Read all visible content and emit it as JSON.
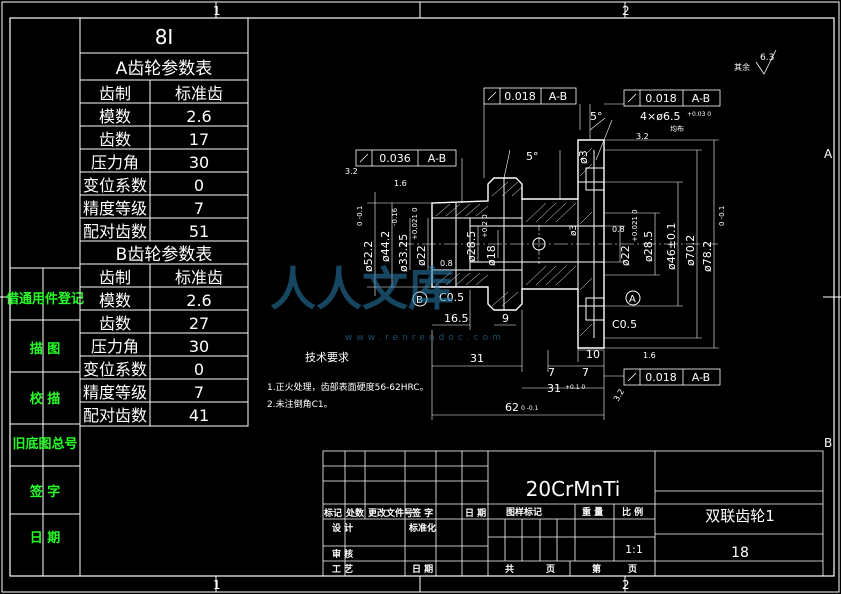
{
  "frame": {
    "zone_top": [
      "1",
      "2"
    ],
    "zone_bottom": [
      "1",
      "2"
    ],
    "zone_right": [
      "A",
      "B"
    ]
  },
  "side_column": [
    "借通用件登记",
    "描 图",
    "校 描",
    "旧底图总号",
    "签 字",
    "日 期"
  ],
  "param_table": {
    "code": "8I",
    "a_title": "A齿轮参数表",
    "a_rows": [
      [
        "齿制",
        "标准齿"
      ],
      [
        "模数",
        "2.6"
      ],
      [
        "齿数",
        "17"
      ],
      [
        "压力角",
        "30"
      ],
      [
        "变位系数",
        "0"
      ],
      [
        "精度等级",
        "7"
      ],
      [
        "配对齿数",
        "51"
      ]
    ],
    "b_title": "B齿轮参数表",
    "b_rows": [
      [
        "齿制",
        "标准齿"
      ],
      [
        "模数",
        "2.6"
      ],
      [
        "齿数",
        "27"
      ],
      [
        "压力角",
        "30"
      ],
      [
        "变位系数",
        "0"
      ],
      [
        "精度等级",
        "7"
      ],
      [
        "配对齿数",
        "41"
      ]
    ]
  },
  "drawing": {
    "roughness_general": "其余",
    "roughness_general_value": "6.3",
    "gdt_frames": [
      {
        "id": "top-left",
        "tol": "0.018",
        "datum": "A-B"
      },
      {
        "id": "top-right",
        "tol": "0.018",
        "datum": "A-B"
      },
      {
        "id": "left",
        "tol": "0.036",
        "datum": "A-B"
      },
      {
        "id": "bottom-right",
        "tol": "0.018",
        "datum": "A-B"
      }
    ],
    "dimensions": {
      "d52": "ø52.2",
      "d52_tol": "0 -0.1",
      "d44": "ø44.2",
      "d33": "ø33.25",
      "d33_tol": "-0.16",
      "d22l": "ø22",
      "d22l_tol": "+0.021 0",
      "d28l": "ø28.5",
      "d18": "ø18",
      "d18_tol": "+0.2 0",
      "d22r": "ø22",
      "d22r_tol": "+0.021 0",
      "d28r": "ø28.5",
      "d46": "ø46±0.1",
      "d70": "ø70.2",
      "d78": "ø78.2",
      "d78_tol": "0 -0.1",
      "d3a": "ø3",
      "d3b": "ø3",
      "holes": "4×ø6.5",
      "holes_tol": "+0.03 0",
      "holes_note": "均布",
      "ang_top": "5°",
      "ang_mid": "5°",
      "len_16_5": "16.5",
      "len_9": "9",
      "len_31": "31",
      "len_31b": "31",
      "len_31b_tol": "+0.1 0",
      "len_7a": "7",
      "len_7b": "7",
      "len_10": "10",
      "len_62": "62",
      "len_62_tol": "0 -0.1",
      "ch_l": "C0.5",
      "ch_r": "C0.5",
      "r_a": "3.2",
      "r_b": "1.6",
      "r_c": "0.8",
      "r_d": "0.8",
      "r_e": "1.6",
      "r_f": "3.2",
      "r_g": "3.2",
      "datum_a": "A",
      "datum_b": "B"
    },
    "tech_title": "技术要求",
    "tech_notes": [
      "1.正火处理，齿部表面硬度56-62HRC。",
      "2.未注倒角C1。"
    ],
    "watermark": "人人文库",
    "watermark_url": "www.renrendoc.com"
  },
  "title_block": {
    "material": "20CrMnTi",
    "part_name": "双联齿轮1",
    "drawing_no": "18",
    "scale": "1:1",
    "rev_headers": [
      "标记",
      "处数",
      "更改文件号",
      "签 字",
      "日 期"
    ],
    "sign_rows": [
      [
        "设 计",
        "标准化"
      ],
      [
        "审 核",
        ""
      ],
      [
        "工 艺",
        "日 期"
      ]
    ],
    "stage_headers": [
      "图样标记",
      "重 量",
      "比 例"
    ],
    "sheet_total": "共",
    "sheet_total_unit": "页",
    "sheet_no": "第",
    "sheet_no_unit": "页"
  }
}
